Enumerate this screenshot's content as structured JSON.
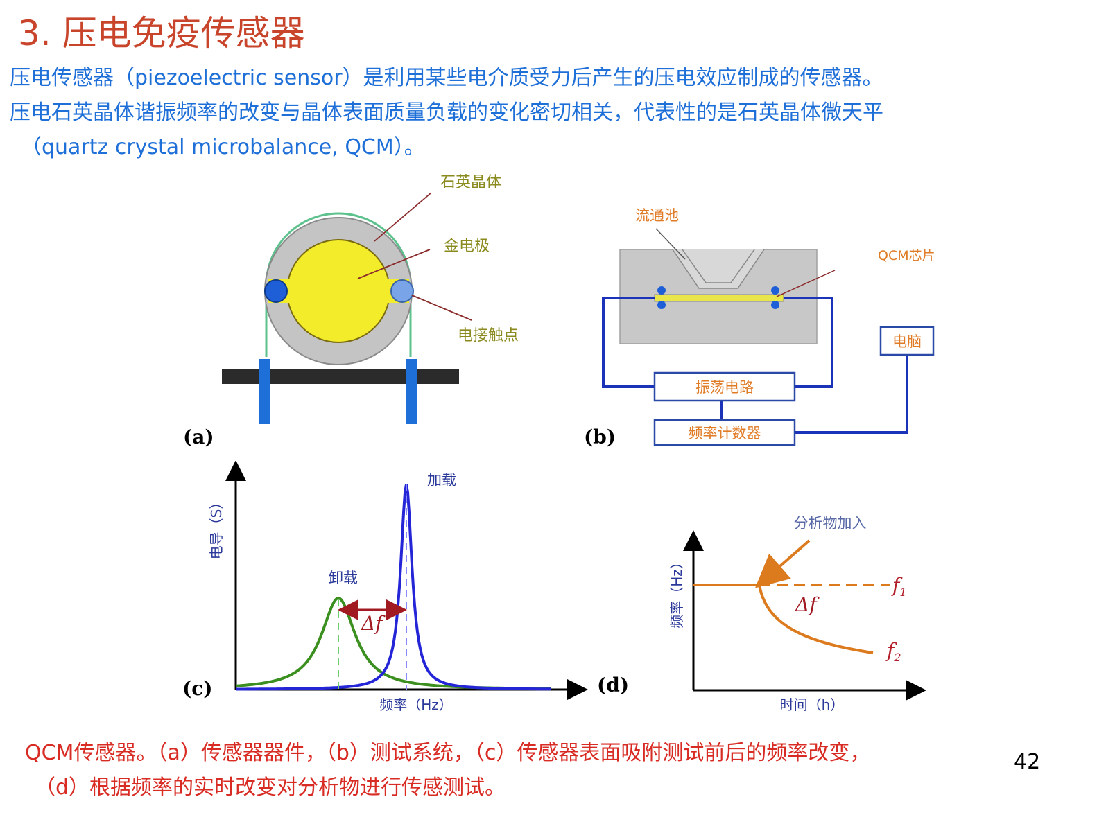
{
  "slide": {
    "title": "3. 压电免疫传感器",
    "intro": [
      "压电传感器（piezoelectric sensor）是利用某些电介质受力后产生的压电效应制成的传感器。",
      "压电石英晶体谐振频率的改变与晶体表面质量负载的变化密切相关，代表性的是石英晶体微天平",
      "（quartz crystal microbalance, QCM）。"
    ],
    "caption": [
      "QCM传感器。（a）传感器器件，（b）测试系统，（c）传感器表面吸附测试前后的频率改变，",
      "（d）根据频率的实时改变对分析物进行传感测试。"
    ],
    "page_number": "42"
  },
  "figure_a": {
    "panel_label": "(a)",
    "labels": {
      "crystal": "石英晶体",
      "electrode": "金电极",
      "contact": "电接触点"
    },
    "colors": {
      "electrode": "#f2ec2a",
      "crystal": "#c4c4c4",
      "contact": "#1e5fd8",
      "wire": "#5ec28e",
      "base": "#2b2b2b",
      "leg": "#1e6fd8"
    }
  },
  "figure_b": {
    "panel_label": "(b)",
    "labels": {
      "flow_cell": "流通池",
      "qcm_chip": "QCM芯片",
      "computer": "电脑",
      "oscillator": "振荡电路",
      "counter": "频率计数器"
    },
    "colors": {
      "labels": "#e07b26",
      "wires": "#1a33b8",
      "cell": "#c8c8c8"
    }
  },
  "figure_c": {
    "panel_label": "(c)",
    "y_axis_label": "电导（S）",
    "x_axis_label": "频率（Hz）",
    "curve_labels": {
      "unloaded": "卸载",
      "loaded": "加载"
    },
    "delta_label": "Δf",
    "colors": {
      "unloaded": "#3a8f1e",
      "loaded": "#2525d8",
      "arrow": "#a11a22"
    }
  },
  "figure_d": {
    "panel_label": "(d)",
    "y_axis_label": "频率（Hz）",
    "x_axis_label": "时间（h）",
    "event_label": "分析物加入",
    "f1_label": "f",
    "f1_sub": "1",
    "f2_label": "f",
    "f2_sub": "2",
    "delta_label": "Δf",
    "colors": {
      "curve": "#dc7a1e",
      "axis_labels": "#2b3a9a",
      "f_labels": "#b31e2a"
    }
  }
}
